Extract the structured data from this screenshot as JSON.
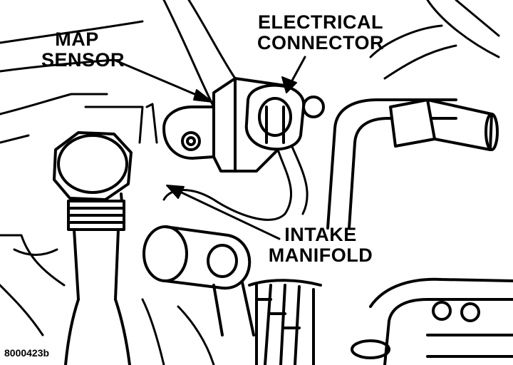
{
  "labels": {
    "electrical_connector": {
      "line1": "ELECTRICAL",
      "line2": "CONNECTOR"
    },
    "map_sensor": {
      "line1": "MAP",
      "line2": "SENSOR"
    },
    "intake_manifold": {
      "line1": "INTAKE",
      "line2": "MANIFOLD"
    }
  },
  "figure_id": "8000423b",
  "colors": {
    "ink": "#000000",
    "paper": "#ffffff"
  }
}
